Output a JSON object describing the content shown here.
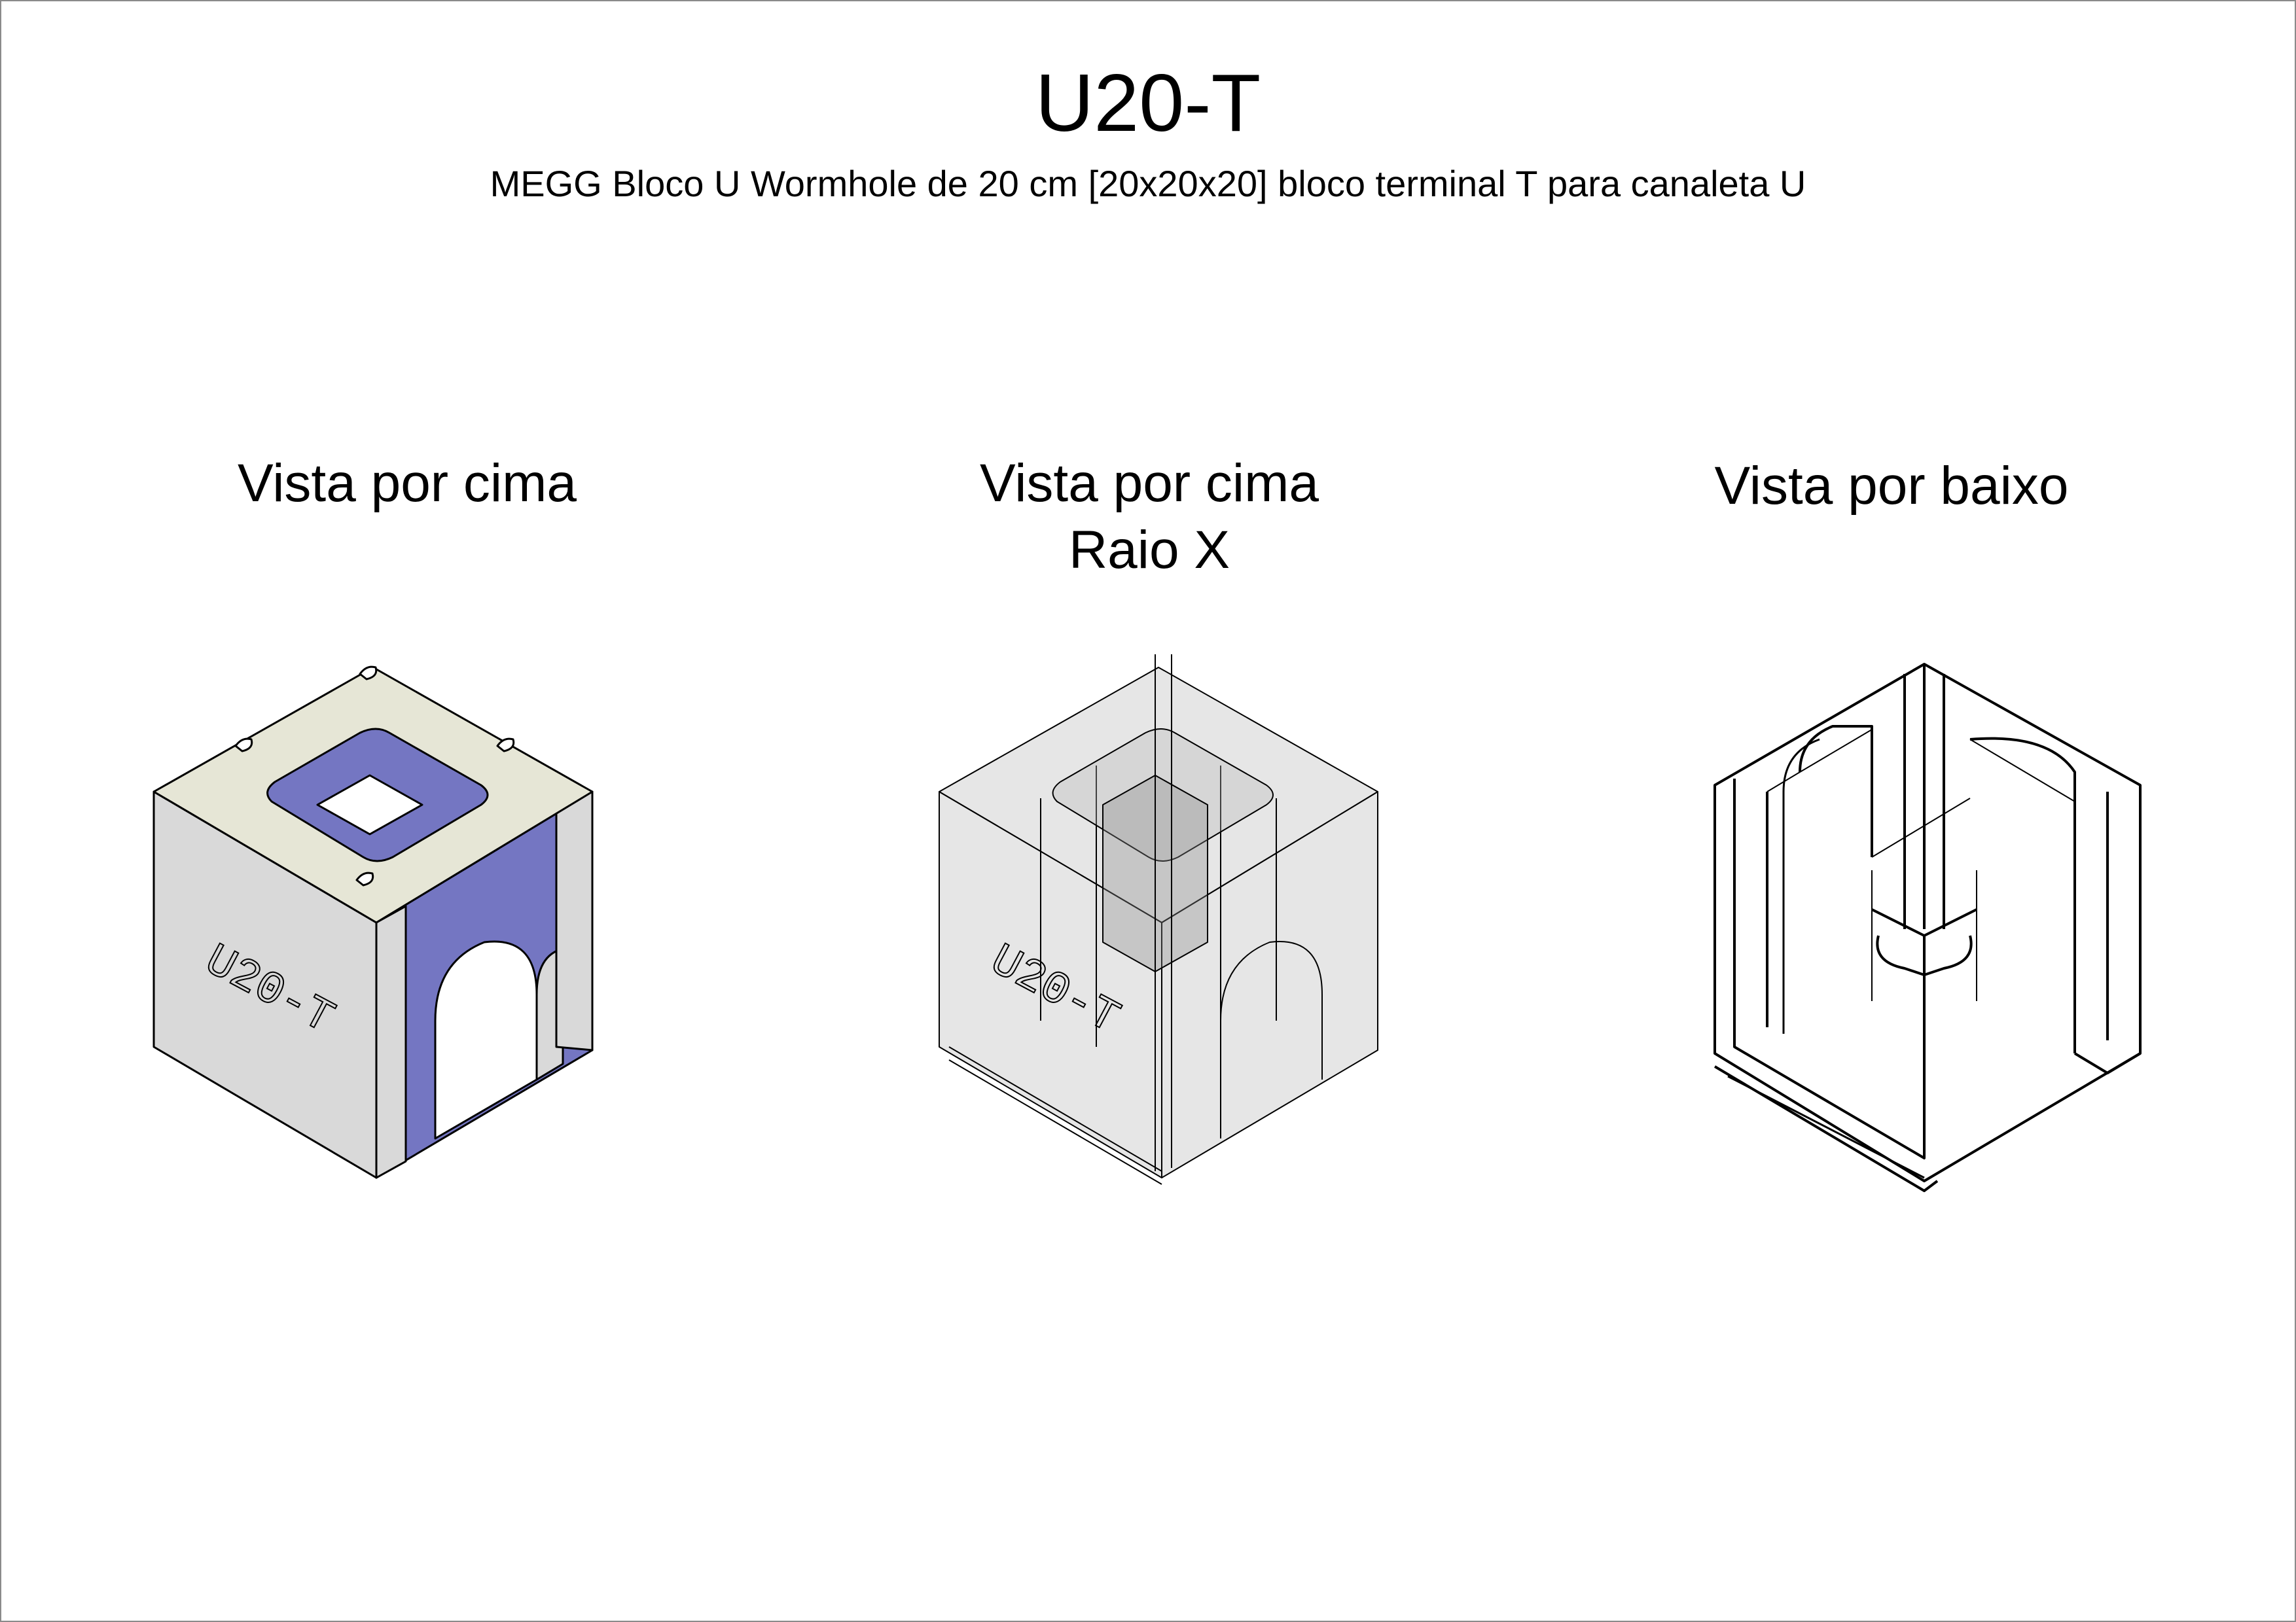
{
  "title": "U20-T",
  "subtitle": "MEGG Bloco U Wormhole de 20 cm [20x20x20] bloco terminal T para canaleta U",
  "views": [
    {
      "label_line1": "Vista por cima",
      "label_line2": "",
      "engraving": "U20-T",
      "style": "shaded"
    },
    {
      "label_line1": "Vista por cima",
      "label_line2": "Raio X",
      "engraving": "U20-T",
      "style": "xray"
    },
    {
      "label_line1": "Vista por baixo",
      "label_line2": "",
      "engraving": "",
      "style": "wireframe"
    }
  ],
  "colors": {
    "top_face": "#e6e6d6",
    "side_face": "#d9d9d9",
    "cut_face": "#7476c2",
    "xray_fill": "#b8b8b8",
    "outline": "#000000"
  }
}
